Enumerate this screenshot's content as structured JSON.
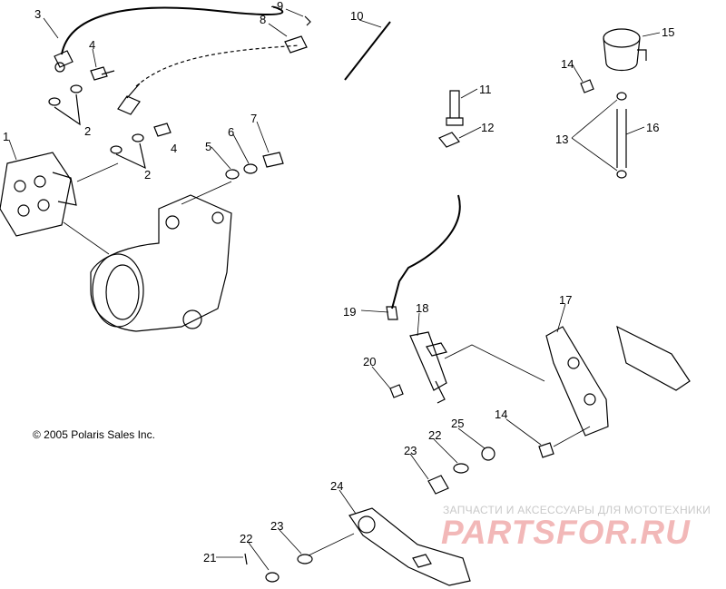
{
  "diagram": {
    "callouts": [
      "1",
      "2",
      "2",
      "3",
      "4",
      "4",
      "5",
      "6",
      "7",
      "8",
      "9",
      "10",
      "11",
      "12",
      "13",
      "14",
      "14",
      "15",
      "16",
      "17",
      "18",
      "19",
      "20",
      "21",
      "22",
      "22",
      "23",
      "23",
      "24",
      "25"
    ]
  },
  "copyright": "© 2005 Polaris Sales Inc.",
  "watermark": {
    "tagline": "ЗАПЧАСТИ И АКСЕССУАРЫ ДЛЯ МОТОТЕХНИКИ",
    "logo": "PARTSFOR.RU"
  }
}
